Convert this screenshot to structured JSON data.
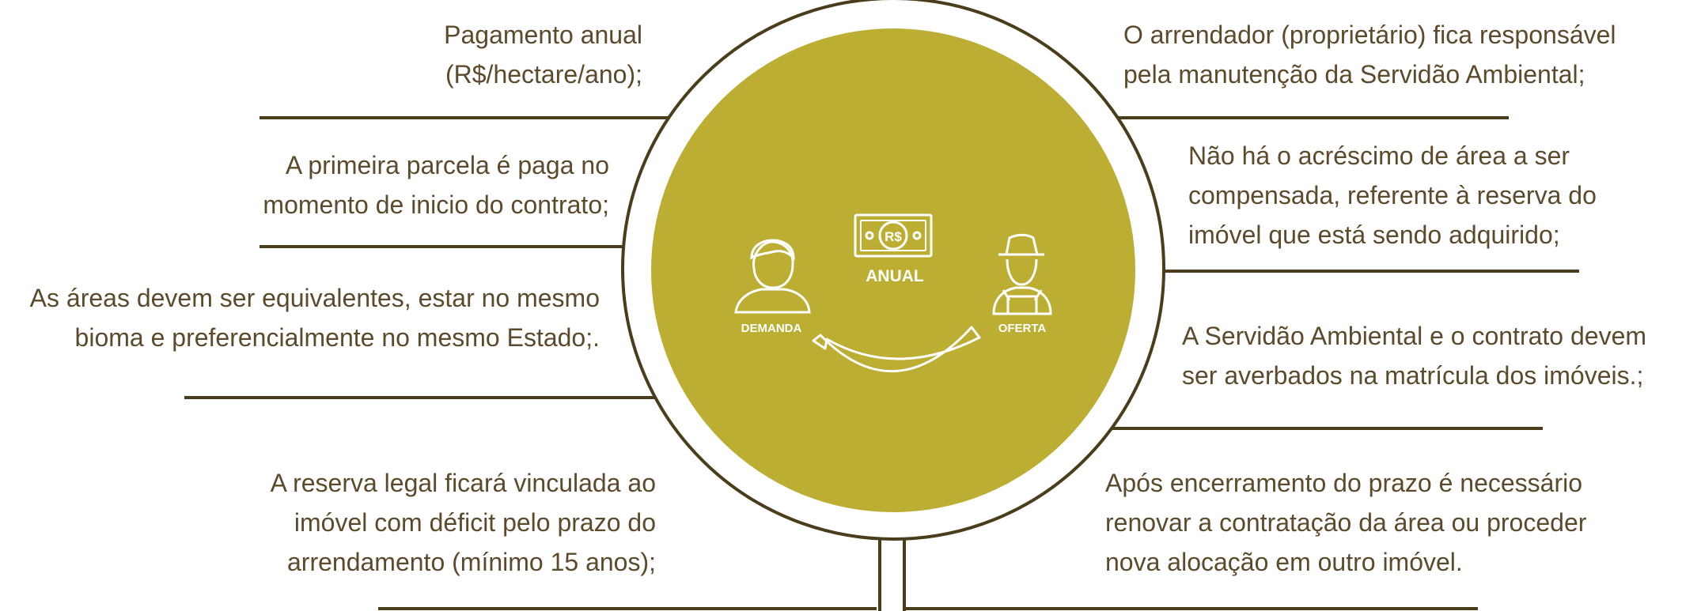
{
  "colors": {
    "line": "#4a3d1c",
    "circle_fill": "#bcad33",
    "text": "#5b4a2b",
    "icon": "#ffffff"
  },
  "center": {
    "money_symbol": "R$",
    "label_anual": "ANUAL",
    "label_demanda": "DEMANDA",
    "label_oferta": "OFERTA",
    "icons": [
      "person-icon",
      "money-bill-icon",
      "farmer-icon",
      "handshake-arc-icon"
    ]
  },
  "left_blocks": [
    {
      "lines": [
        "Pagamento anual",
        "(R$/hectare/ano);"
      ]
    },
    {
      "lines": [
        "A primeira parcela é paga no",
        "momento de inicio do contrato;"
      ]
    },
    {
      "lines": [
        "As áreas devem ser equivalentes, estar no mesmo",
        "bioma e preferencialmente no mesmo Estado;."
      ]
    },
    {
      "lines": [
        "A reserva legal ficará vinculada ao",
        "imóvel com déficit pelo prazo do",
        "arrendamento  (mínimo 15 anos);"
      ]
    }
  ],
  "right_blocks": [
    {
      "lines": [
        "O arrendador (proprietário) fica responsável",
        "pela manutenção da Servidão Ambiental;"
      ]
    },
    {
      "lines": [
        "Não há o acréscimo de área a ser",
        "compensada, referente à reserva do",
        "imóvel que está sendo adquirido;"
      ]
    },
    {
      "lines": [
        "A Servidão Ambiental e o contrato devem",
        "ser averbados na matrícula dos imóveis.;"
      ]
    },
    {
      "lines": [
        "Após encerramento do prazo é necessário",
        "renovar a contratação da área ou proceder",
        "nova alocação em outro imóvel."
      ]
    }
  ]
}
